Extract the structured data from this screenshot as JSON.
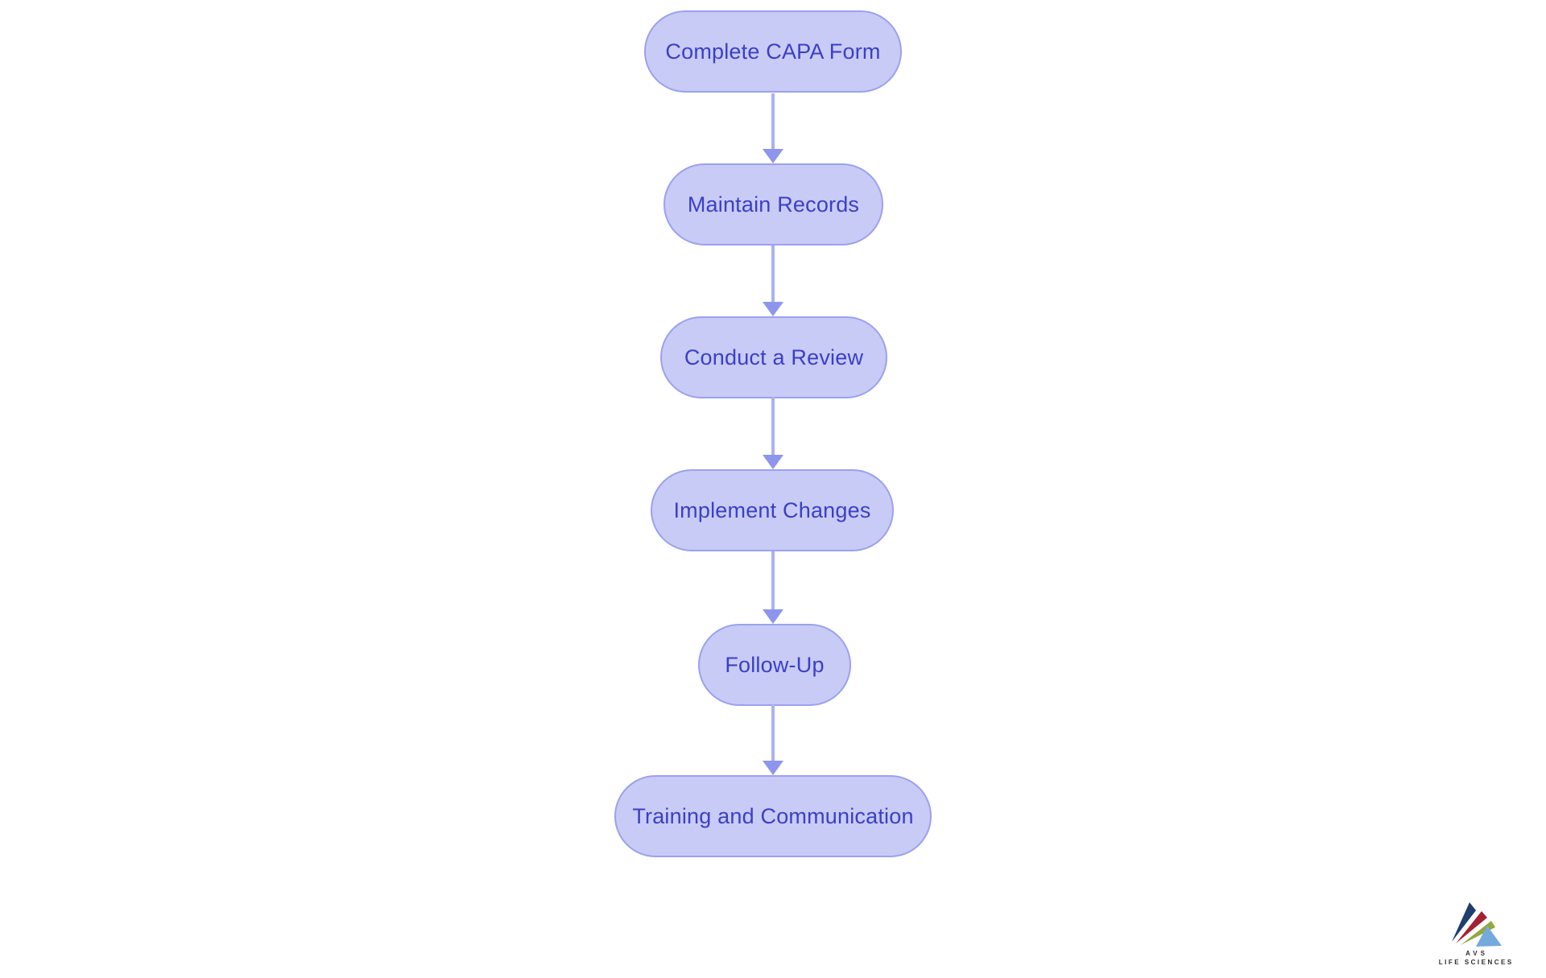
{
  "canvas": {
    "background": "#ffffff"
  },
  "flowchart": {
    "type": "vertical-flow",
    "node_style": {
      "fill": "#c8cbf5",
      "border": "#9ba1ef",
      "text_color": "#3b3fc8"
    },
    "arrow_style": {
      "line": "#abb1f2",
      "head": "#8d95ee"
    },
    "nodes": [
      {
        "label": "Complete CAPA Form"
      },
      {
        "label": "Maintain Records"
      },
      {
        "label": "Conduct a Review"
      },
      {
        "label": "Implement Changes"
      },
      {
        "label": "Follow-Up"
      },
      {
        "label": "Training and Communication"
      }
    ],
    "edges": [
      {
        "from": "Complete CAPA Form",
        "to": "Maintain Records"
      },
      {
        "from": "Maintain Records",
        "to": "Conduct a Review"
      },
      {
        "from": "Conduct a Review",
        "to": "Implement Changes"
      },
      {
        "from": "Implement Changes",
        "to": "Follow-Up"
      },
      {
        "from": "Follow-Up",
        "to": "Training and Communication"
      }
    ]
  },
  "logo": {
    "line1": "AVS",
    "line2": "LIFE SCIENCES",
    "text_color": "#2e2e2e",
    "shard_colors": {
      "navy": "#1d3e6e",
      "crimson": "#a32135",
      "olive": "#93a83d",
      "sky": "#74a9dc"
    }
  }
}
